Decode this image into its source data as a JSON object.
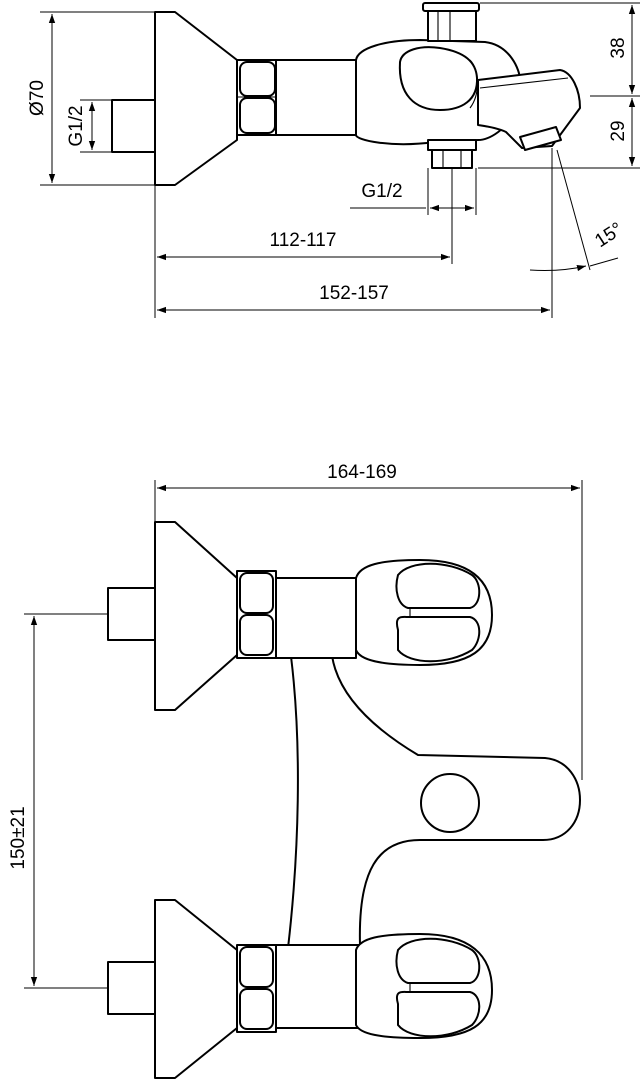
{
  "drawing": {
    "title": "",
    "side_view": {
      "dim_flange_diameter": "Ø70",
      "dim_inlet_thread": "G1/2",
      "dim_outlet_thread": "G1/2",
      "dim_diverter_height": "38",
      "dim_spout_height": "29",
      "dim_spout_angle": "15°",
      "dim_outlet_projection": "112-117",
      "dim_spout_projection": "152-157"
    },
    "top_view": {
      "dim_overall_width": "164-169",
      "dim_center_distance": "150±21"
    }
  }
}
